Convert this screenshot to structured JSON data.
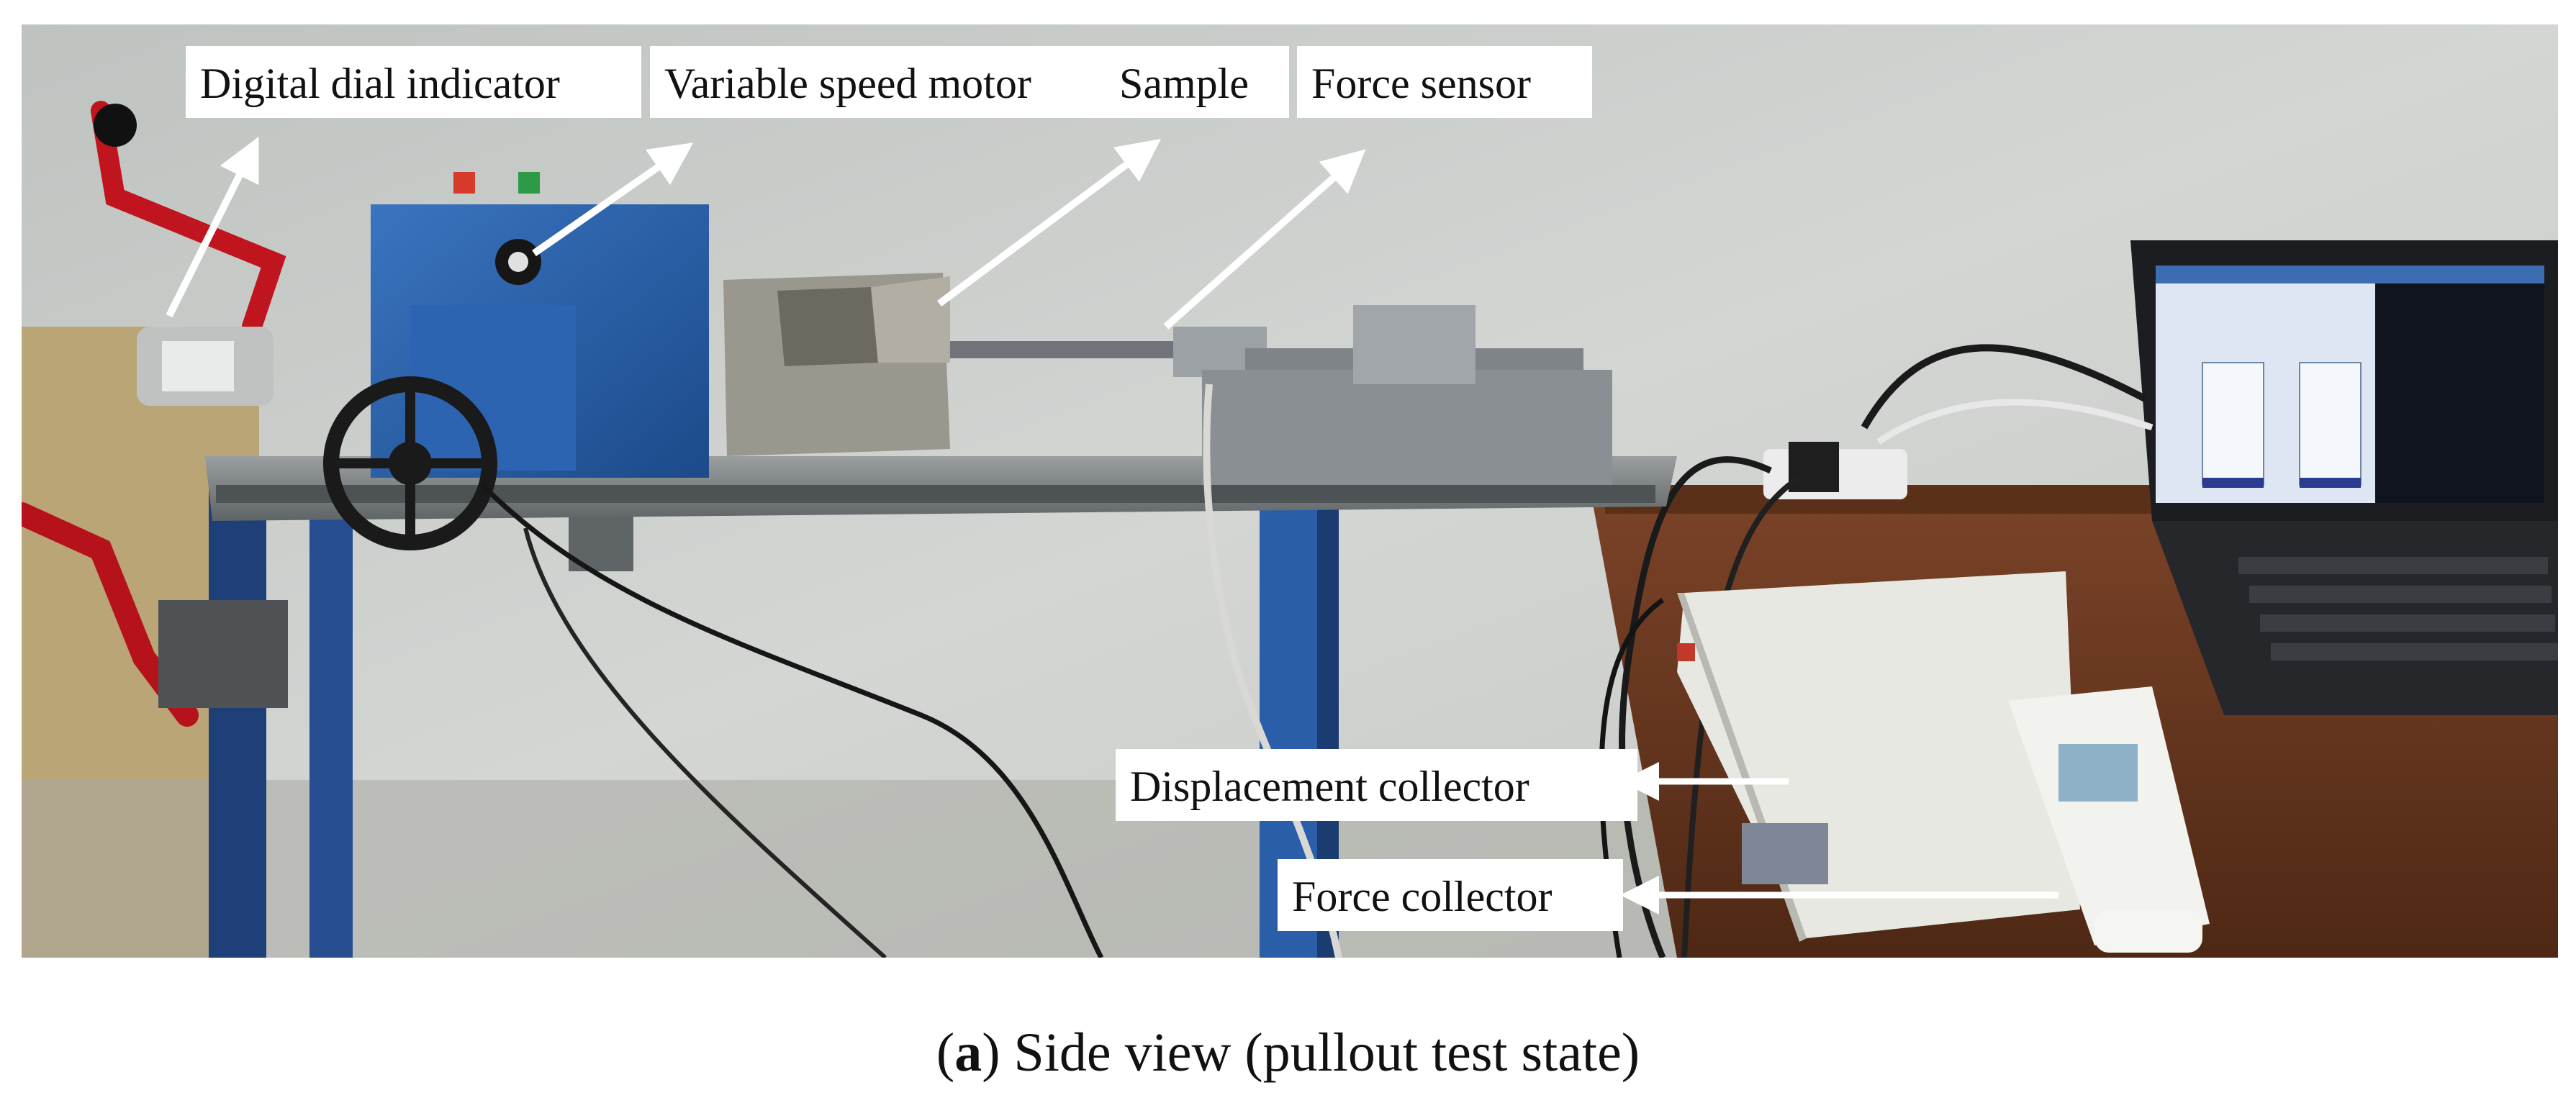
{
  "figure": {
    "labels": {
      "digital_dial_indicator": "Digital dial indicator",
      "variable_speed_motor": "Variable speed motor",
      "sample": "Sample",
      "force_sensor": "Force sensor",
      "displacement_collector": "Displacement collector",
      "force_collector": "Force collector"
    }
  },
  "caption": {
    "open_paren": "(",
    "letter": "a",
    "text": ") Side view (pullout test state)"
  },
  "colors": {
    "wall": "#c9ccc8",
    "equipment_blue": "#2a5ea8",
    "desk": "#6b3a22",
    "label_bg": "#ffffff",
    "arrow": "#ffffff"
  }
}
